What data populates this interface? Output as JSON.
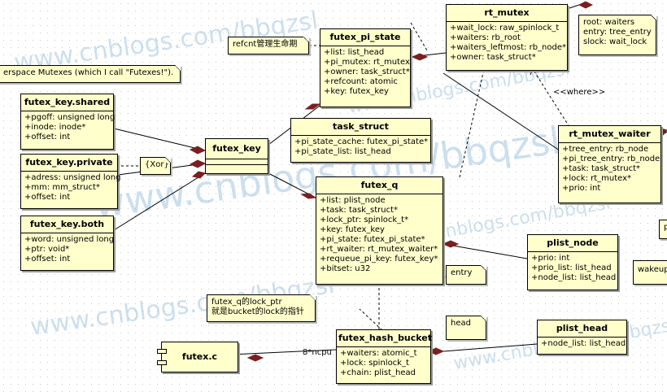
{
  "notes": {
    "refcnt": "refcnt管理生命期",
    "userspace": "erspace Mutexes (which I call \"Futexes!\").",
    "xor": "{Xor}",
    "entry": "entry",
    "head": "head",
    "lock_ptr_line1": "futex_q的lock_ptr",
    "lock_ptr_line2": "就是bucket的lock的指针",
    "root_line1": "root:   waiters",
    "root_line2": "entry: tree_entry",
    "root_line3": "slock:  wait_lock",
    "wakeup": "wakeup",
    "p_fragment": "p"
  },
  "labels": {
    "where": "<<where>>",
    "multiplicity": "8*ncpu"
  },
  "classes": {
    "futex_key_shared": {
      "name": "futex_key.shared",
      "attrs": [
        "+pgoff: unsigned long",
        "+inode: inode*",
        "+offset: int"
      ]
    },
    "futex_key_private": {
      "name": "futex_key.private",
      "attrs": [
        "+adress: unsigned long",
        "+mm: mm_struct*",
        "+offset: int"
      ]
    },
    "futex_key_both": {
      "name": "futex_key.both",
      "attrs": [
        "+word: unsigned long",
        "+ptr: void*",
        "+offset: int"
      ]
    },
    "futex_key": {
      "name": "futex_key"
    },
    "futex_pi_state": {
      "name": "futex_pi_state",
      "attrs": [
        "+list: list_head",
        "+pi_mutex: rt_mutex",
        "+owner: task_struct*",
        "+refcount: atomic",
        "+key: futex_key"
      ]
    },
    "rt_mutex": {
      "name": "rt_mutex",
      "attrs": [
        "+wait_lock: raw_spinlock_t",
        "+waiters: rb_root",
        "+waiters_leftmost: rb_node*",
        "+owner: task_struct*"
      ]
    },
    "task_struct": {
      "name": "task_struct",
      "attrs": [
        "+pi_state_cache: futex_pi_state*",
        "+pi_state_list: list_head"
      ]
    },
    "futex_q": {
      "name": "futex_q",
      "attrs": [
        "+list: plist_node",
        "+task: task_struct*",
        "+lock_ptr: spinlock_t*",
        "+key: futex_key",
        "+pi_state: futex_pi_state*",
        "+rt_waiter: rt_mutex_waiter*",
        "+requeue_pi_key: futex_key*",
        "+bitset: u32"
      ]
    },
    "rt_mutex_waiter": {
      "name": "rt_mutex_waiter",
      "attrs": [
        "+tree_entry: rb_node",
        "+pi_tree_entry: rb_node",
        "+task: task_struct*",
        "+lock: rt_mutex*",
        "+prio: int"
      ]
    },
    "plist_node": {
      "name": "plist_node",
      "attrs": [
        "+prio: int",
        "+prio_list: list_head",
        "+node_list: list_head"
      ]
    },
    "futex_hash_bucket": {
      "name": "futex_hash_bucket",
      "attrs": [
        "+waiters: atomic_t",
        "+lock: spinlock_t",
        "+chain: plist_head"
      ]
    },
    "plist_head": {
      "name": "plist_head",
      "attrs": [
        "+node_list: list_head"
      ]
    }
  },
  "component": {
    "name": "futex.c"
  },
  "watermark": {
    "text": "www.cnblogs.com/bbqzsl"
  }
}
